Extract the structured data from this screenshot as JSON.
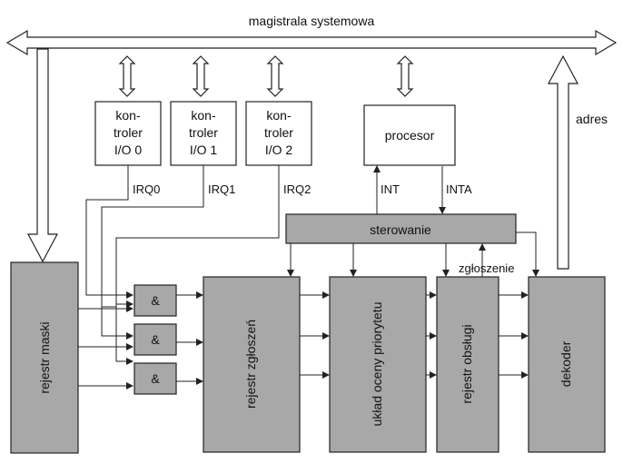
{
  "bus": {
    "label": "magistrala systemowa"
  },
  "address": {
    "label": "adres"
  },
  "controllers": [
    {
      "line1": "kon-",
      "line2": "troler",
      "line3": "I/O 0",
      "irq": "IRQ0"
    },
    {
      "line1": "kon-",
      "line2": "troler",
      "line3": "I/O 1",
      "irq": "IRQ1"
    },
    {
      "line1": "kon-",
      "line2": "troler",
      "line3": "I/O 2",
      "irq": "IRQ2"
    }
  ],
  "processor": {
    "label": "procesor",
    "int": "INT",
    "inta": "INTA"
  },
  "control": {
    "label": "sterowanie"
  },
  "request": {
    "label": "zgłoszenie"
  },
  "blocks": {
    "mask": "rejestr maski",
    "requests": "rejestr zgłoszeń",
    "priority": "układ oceny priorytetu",
    "service": "rejestr obsługi",
    "decoder": "dekoder"
  },
  "and_gates": [
    "&",
    "&",
    "&"
  ]
}
